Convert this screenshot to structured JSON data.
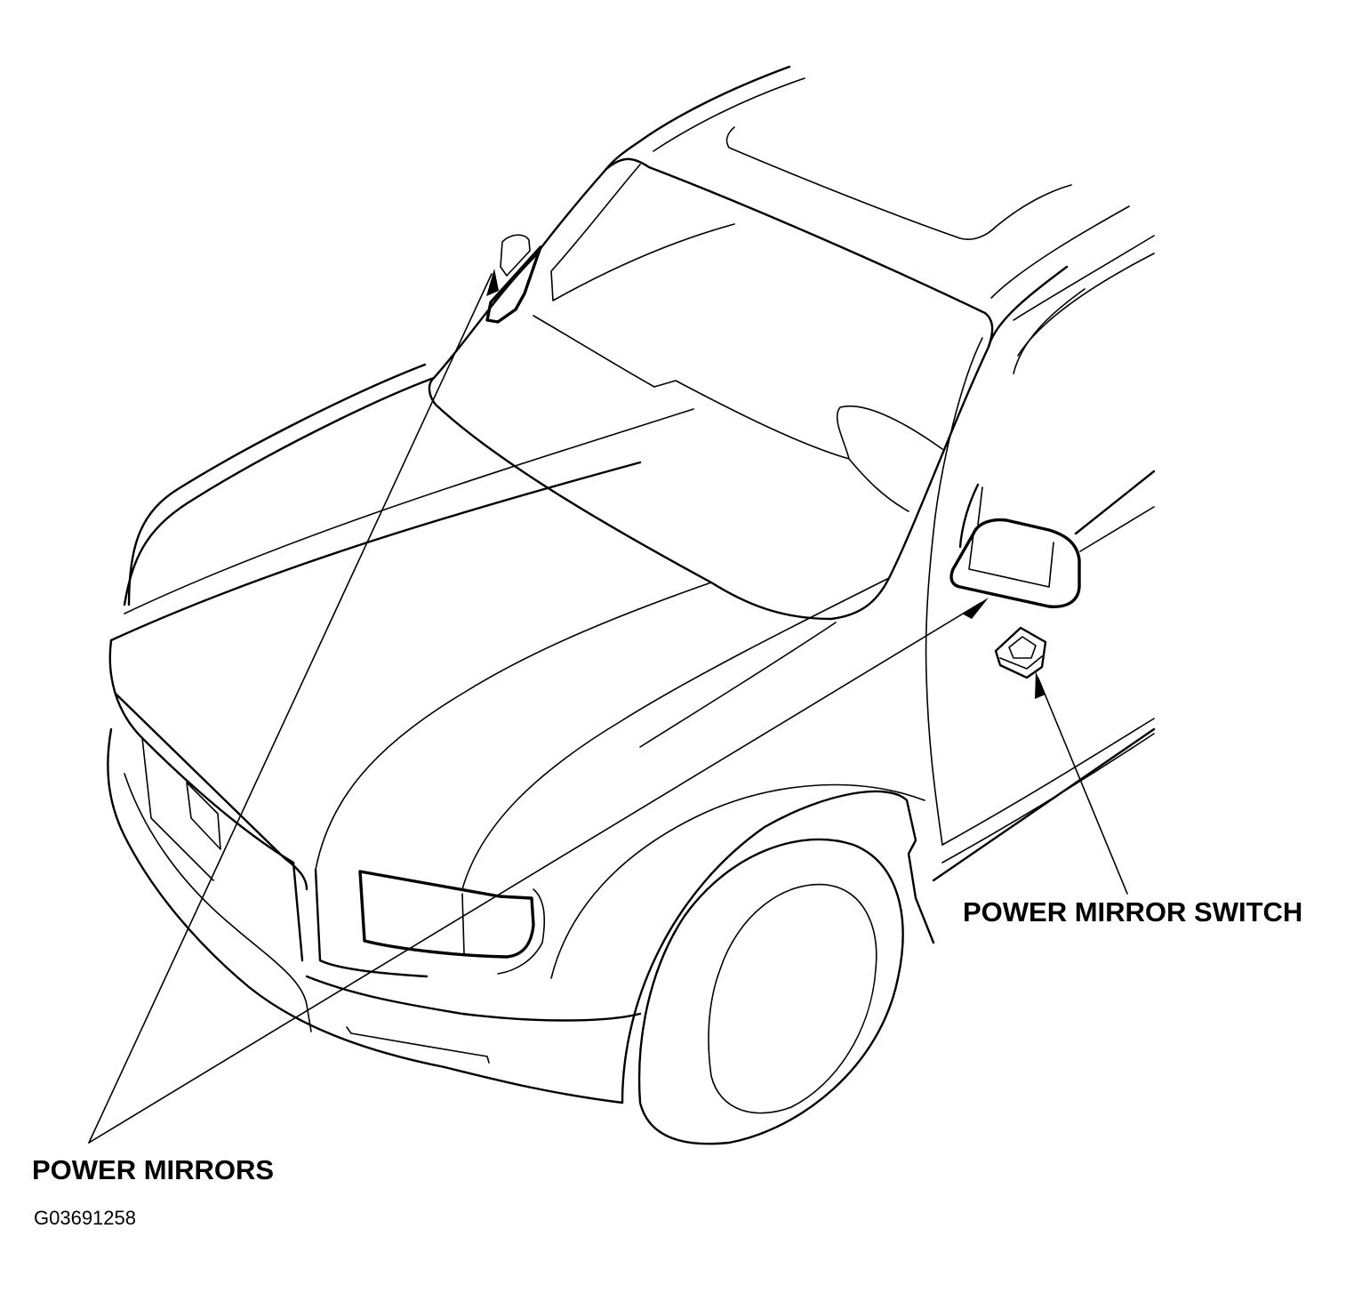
{
  "labels": {
    "power_mirrors": "POWER MIRRORS",
    "power_mirror_switch": "POWER MIRROR SWITCH"
  },
  "figure_code": "G03691258",
  "colors": {
    "line": "#000000",
    "background": "#ffffff"
  }
}
